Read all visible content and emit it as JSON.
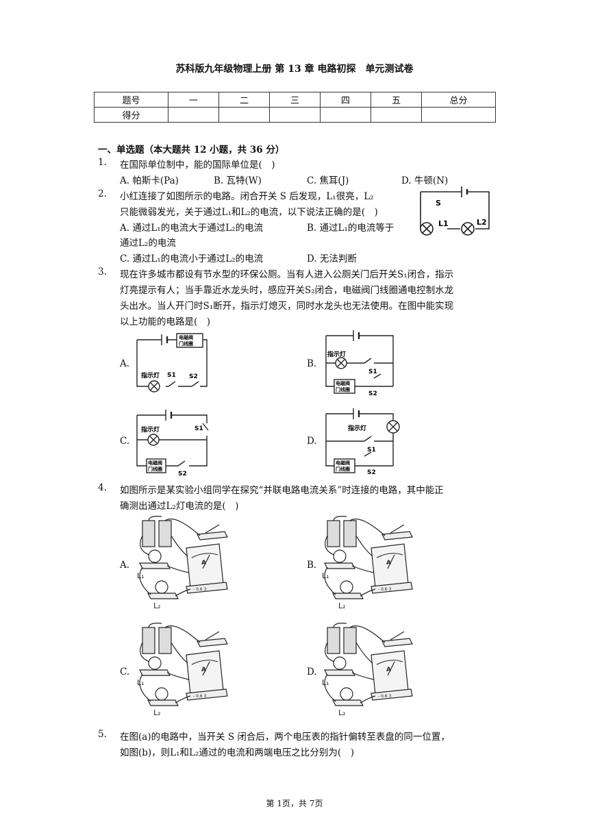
{
  "title": "苏科版九年级物理上册 第 13 章 电路初探　单元测试卷",
  "score_table": {
    "header": [
      "题号",
      "一",
      "二",
      "三",
      "四",
      "五",
      "总分"
    ],
    "row2": [
      "得分",
      "",
      "",
      "",
      "",
      "",
      ""
    ]
  },
  "section1": "一、单选题（本大题共 12 小题，共 36 分）",
  "q1": {
    "num": "1.",
    "stem": "在国际单位制中，能的国际单位是(　)",
    "options": [
      "A.  帕斯卡(Pa)",
      "B.  瓦特(W)",
      "C.  焦耳(J)",
      "D.  牛顿(N)"
    ]
  },
  "q2": {
    "num": "2.",
    "line1": "小红连接了如图所示的电路。闭合开关 S 后发现，L₁很亮，L₂",
    "line2": "只能微弱发光，关于通过L₁和L₂的电流，以下说法正确的是(　)",
    "optA": "A.  通过L₁的电流大于通过L₂的电流",
    "optB": "B.  通过L₁的电流等于",
    "optB2": "通过L₂的电流",
    "optC": "C.  通过L₁的电流小于通过L₂的电流",
    "optD": "D.  无法判断",
    "fig": {
      "s": "S",
      "l1": "L1",
      "l2": "L2"
    }
  },
  "q3": {
    "num": "3.",
    "lines": [
      "现在许多城市都设有节水型的环保公厕。当有人进入公厕关门后开关S₁闭合，指示",
      "灯亮提示有人；当手靠近水龙头时，感应开关S₂闭合，电磁阀门线圈通电控制水龙",
      "头出水。当人开门时S₁断开，指示灯熄灭，同时水龙头也无法使用。在图中能实现",
      "以上功能的电路是(　)"
    ],
    "labels": [
      "A.",
      "B.",
      "C.",
      "D."
    ],
    "fig": {
      "lamp": "指示灯",
      "valve1": "电磁阀",
      "valve2": "门线圈",
      "s1": "S1",
      "s2": "S2"
    }
  },
  "q4": {
    "num": "4.",
    "line1": "如图所示是某实验小组同学在探究“并联电路电流关系”时连接的电路，其中能正",
    "line2": "确测出通过L₂灯电流的是(　)",
    "labels": [
      "A.",
      "B.",
      "C.",
      "D."
    ],
    "fig": {
      "l1": "L₁",
      "l2": "L₂",
      "meter": "A",
      "scale": "- 0.6 3"
    }
  },
  "q5": {
    "num": "5.",
    "line1": "在图(a)的电路中，当开关 S 闭合后，两个电压表的指针偏转至表盘的同一位置，",
    "line2": "如图(b)，则L₁和L₂通过的电流和两端电压之比分别为(　)"
  },
  "footer": "第 1页，共 7页"
}
